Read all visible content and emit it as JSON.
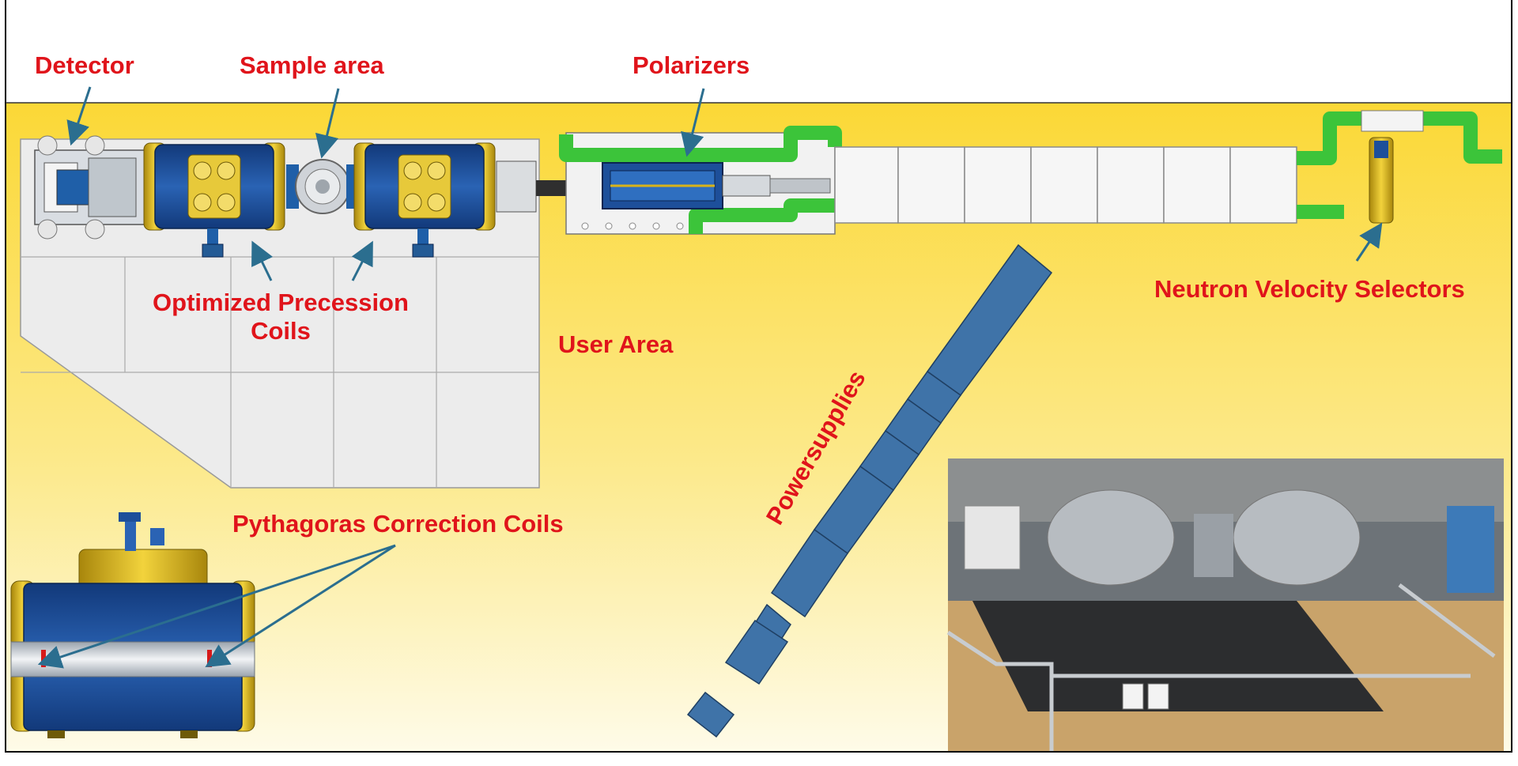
{
  "labels": {
    "detector": "Detector",
    "sample_area": "Sample area",
    "polarizers": "Polarizers",
    "optimized_precession_coils": "Optimized Precession Coils",
    "user_area": "User Area",
    "neutron_velocity_selectors": "Neutron Velocity Selectors",
    "powersupplies": "Powersupplies",
    "pythagoras_correction_coils": "Pythagoras Correction Coils"
  },
  "colors": {
    "label_red": "#e0141b",
    "arrow_teal": "#2b6e8f",
    "background_yellow": "#fbd836",
    "coil_blue": "#1d4f9a",
    "coil_gold": "#d8b319",
    "polarizer_green": "#3cc43a",
    "powersupply_blue": "#3f73a8",
    "floor_grey": "#ececec"
  }
}
